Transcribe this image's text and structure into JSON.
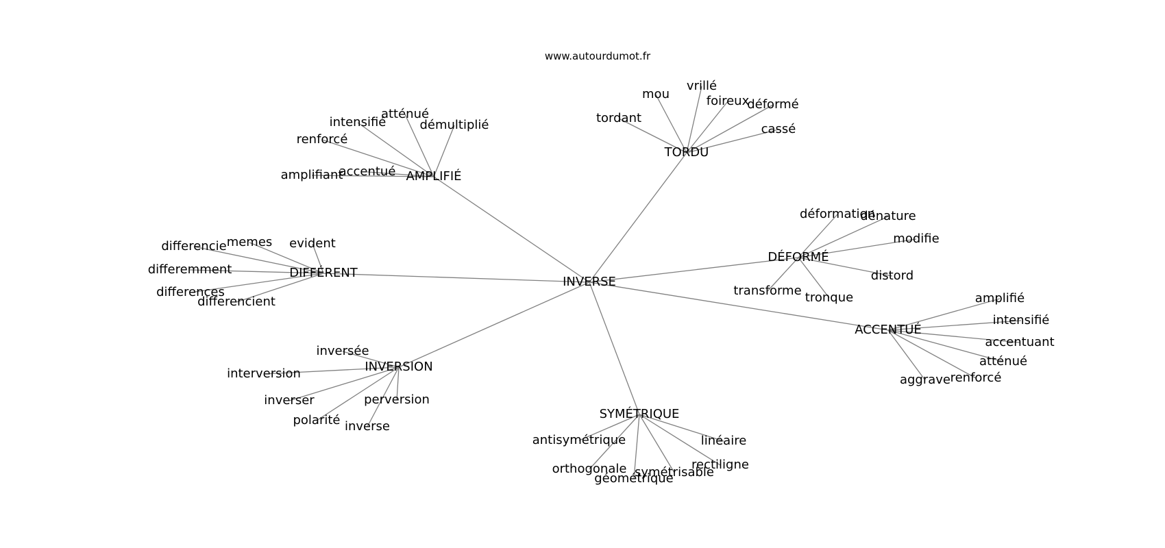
{
  "source": "www.autourdumot.fr",
  "colors": {
    "edge": "#808080",
    "text": "#000000",
    "background": "#ffffff"
  },
  "graph": {
    "root": "INVERSE",
    "groups": [
      {
        "label": "AMPLIFIÉ",
        "words": [
          "intensifié",
          "atténué",
          "démultiplié",
          "renforcé",
          "amplifiant",
          "accentué"
        ]
      },
      {
        "label": "TORDU",
        "words": [
          "mou",
          "vrillé",
          "foireux",
          "déformé",
          "tordant",
          "cassé"
        ]
      },
      {
        "label": "DÉFORMÉ",
        "words": [
          "déformation",
          "dénature",
          "modifie",
          "distord",
          "transforme",
          "tronque"
        ]
      },
      {
        "label": "DIFFÉRENT",
        "words": [
          "differencie",
          "memes",
          "evident",
          "differemment",
          "differences",
          "differencient"
        ]
      },
      {
        "label": "ACCENTUÉ",
        "words": [
          "amplifié",
          "intensifié",
          "accentuant",
          "atténué",
          "renforcé",
          "aggrave"
        ]
      },
      {
        "label": "INVERSION",
        "words": [
          "inversée",
          "interversion",
          "inverser",
          "perversion",
          "polarité",
          "inverse"
        ]
      },
      {
        "label": "SYMÉTRIQUE",
        "words": [
          "antisymétrique",
          "linéaire",
          "orthogonale",
          "rectiligne",
          "symétrisable",
          "géométrique"
        ]
      }
    ]
  }
}
